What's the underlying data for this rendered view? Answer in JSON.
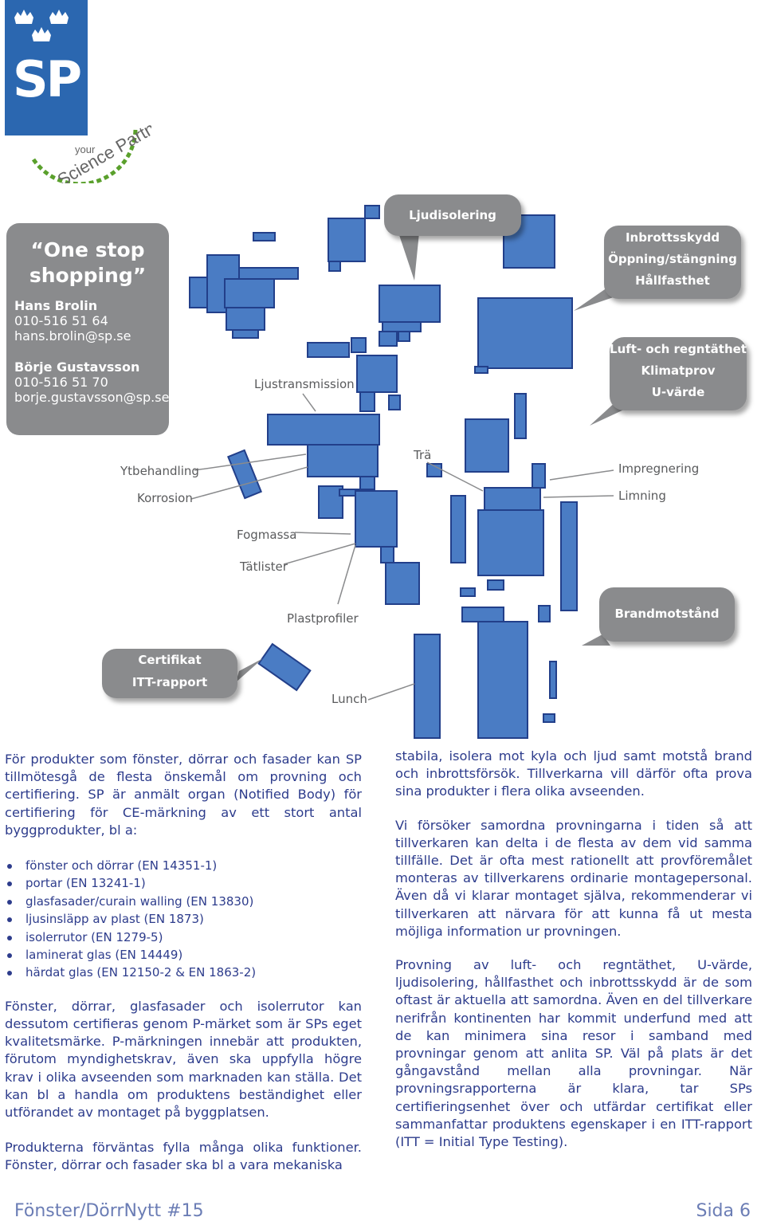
{
  "logo": {
    "brand": "SP",
    "tagline_your": "your",
    "tagline": "Science Partner",
    "colors": {
      "blue": "#2b67b0",
      "green": "#5aa02c"
    }
  },
  "contact": {
    "quote_line1": "“One stop",
    "quote_line2": "shopping”",
    "person1_name": "Hans Brolin",
    "person1_phone": "010-516 51 64",
    "person1_email": "hans.brolin@sp.se",
    "person2_name": "Börje Gustavsson",
    "person2_phone": "010-516 51 70",
    "person2_email": "borje.gustavsson@sp.se"
  },
  "callouts": {
    "ljudisolering": "Ljudisolering",
    "inbrott_1": "Inbrottsskydd",
    "inbrott_2": "Öppning/stängning",
    "inbrott_3": "Hållfasthet",
    "luft_1": "Luft- och regntäthet",
    "luft_2": "Klimatprov",
    "luft_3": "U-värde",
    "brand": "Brandmotstånd",
    "cert_1": "Certifikat",
    "cert_2": "ITT-rapport"
  },
  "labels": {
    "ljustransmission": "Ljustransmission",
    "ytbehandling": "Ytbehandling",
    "korrosion": "Korrosion",
    "tra": "Trä",
    "impregnering": "Impregnering",
    "limning": "Limning",
    "fogmassa": "Fogmassa",
    "tatlister": "Tätlister",
    "plastprofiler": "Plastprofiler",
    "lunch": "Lunch"
  },
  "article": {
    "left_p1": "För produkter som fönster, dörrar och fasader kan SP tillmötesgå de flesta önskemål om provning och certifiering. SP är anmält organ (Notified Body) för certifiering för CE-märkning av ett stort antal byggprodukter, bl a:",
    "bullets": [
      "fönster och dörrar (EN 14351-1)",
      "portar (EN 13241-1)",
      "glasfasader/curain walling (EN 13830)",
      "ljusinsläpp av plast (EN 1873)",
      "isolerrutor (EN 1279-5)",
      "laminerat glas (EN 14449)",
      "härdat glas (EN 12150-2 & EN 1863-2)"
    ],
    "left_p2": "Fönster, dörrar, glasfasader och isolerrutor kan dessutom certifieras genom P-märket som är SPs eget kvalitetsmärke. P-märkningen innebär att produkten, förutom myndighetskrav, även ska uppfylla högre krav i olika avseenden som marknaden kan ställa. Det kan bl a handla om produktens beständighet eller utförandet av montaget på byggplatsen.",
    "left_p3": "Produkterna förväntas fylla många olika funktioner. Fönster, dörrar och fasader ska bl a vara mekaniska",
    "right_p1": "stabila, isolera mot kyla och ljud samt motstå brand och inbrottsförsök. Tillverkarna vill därför ofta prova sina produkter i flera olika avseenden.",
    "right_p2": "Vi försöker samordna provningarna i tiden så att tillverkaren kan delta i de flesta av dem vid samma tillfälle. Det är ofta mest rationellt att provföremålet monteras av tillverkarens ordinarie montagepersonal. Även då vi klarar montaget själva, rekommenderar vi tillverkaren att närvara för att kunna få ut mesta möjliga information ur provningen.",
    "right_p3": "Provning av luft- och regntäthet, U-värde, ljudisolering, hållfasthet och inbrottsskydd är de som oftast är aktuella att samordna. Även en del tillverkare nerifrån kontinenten har kommit underfund med att de kan minimera sina resor i samband med provningar genom att anlita SP. Väl på plats är det gångavstånd mellan alla provningar. När provningsrapporterna är klara, tar SPs certifieringsenhet över och utfärdar certifikat eller sammanfattar produktens egenskaper i en ITT-rapport (ITT = Initial Type Testing)."
  },
  "footer": {
    "left": "Fönster/DörrNytt #15",
    "right": "Sida 6"
  },
  "colors": {
    "floorplan": "#4a7cc4",
    "floorplan_stroke": "#223f8a",
    "callout_grey": "#8a8b8d",
    "text_blue": "#2d3c8c"
  }
}
